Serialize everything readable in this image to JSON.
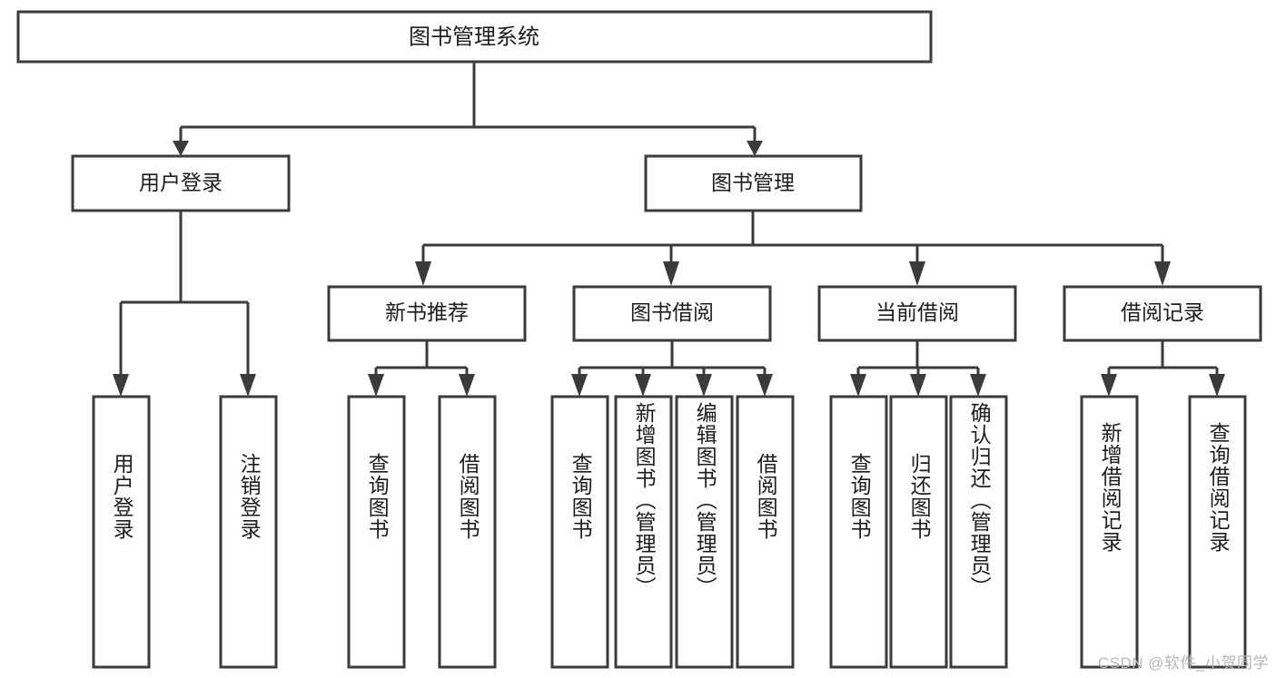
{
  "diagram": {
    "type": "tree-hierarchy",
    "title": "图书管理系统",
    "orientation": "top-down",
    "colors": {
      "box_stroke": "#3b3b3b",
      "box_fill": "#ffffff",
      "text": "#1d1d1d",
      "connector": "#3b3b3b",
      "background": "#ffffff",
      "watermark": "#b6b6b6"
    },
    "root": {
      "id": "root",
      "label": "图书管理系统"
    },
    "level1": [
      {
        "id": "user-login",
        "label": "用户登录"
      },
      {
        "id": "book-manage",
        "label": "图书管理"
      }
    ],
    "level2": [
      {
        "id": "new-book-recommend",
        "label": "新书推荐",
        "parent": "book-manage"
      },
      {
        "id": "book-borrow",
        "label": "图书借阅",
        "parent": "book-manage"
      },
      {
        "id": "current-borrow",
        "label": "当前借阅",
        "parent": "book-manage"
      },
      {
        "id": "borrow-record",
        "label": "借阅记录",
        "parent": "book-manage"
      }
    ],
    "leaves": [
      {
        "id": "leaf-user-login",
        "label": "用户登录",
        "parent": "user-login"
      },
      {
        "id": "leaf-logout-login",
        "label": "注销登录",
        "parent": "user-login"
      },
      {
        "id": "leaf-query-book-1",
        "label": "查询图书",
        "parent": "new-book-recommend"
      },
      {
        "id": "leaf-borrow-book-1",
        "label": "借阅图书",
        "parent": "new-book-recommend"
      },
      {
        "id": "leaf-query-book-2",
        "label": "查询图书",
        "parent": "book-borrow"
      },
      {
        "id": "leaf-add-book",
        "label": "新增图书（管理员）",
        "parent": "book-borrow"
      },
      {
        "id": "leaf-edit-book",
        "label": "编辑图书（管理员）",
        "parent": "book-borrow"
      },
      {
        "id": "leaf-borrow-book-2",
        "label": "借阅图书",
        "parent": "book-borrow"
      },
      {
        "id": "leaf-query-book-3",
        "label": "查询图书",
        "parent": "current-borrow"
      },
      {
        "id": "leaf-return-book",
        "label": "归还图书",
        "parent": "current-borrow"
      },
      {
        "id": "leaf-confirm-return",
        "label": "确认归还（管理员）",
        "parent": "current-borrow"
      },
      {
        "id": "leaf-add-record",
        "label": "新增借阅记录",
        "parent": "borrow-record"
      },
      {
        "id": "leaf-query-record",
        "label": "查询借阅记录",
        "parent": "borrow-record"
      }
    ]
  },
  "watermark": {
    "text": "CSDN @软件_小贺同学"
  }
}
